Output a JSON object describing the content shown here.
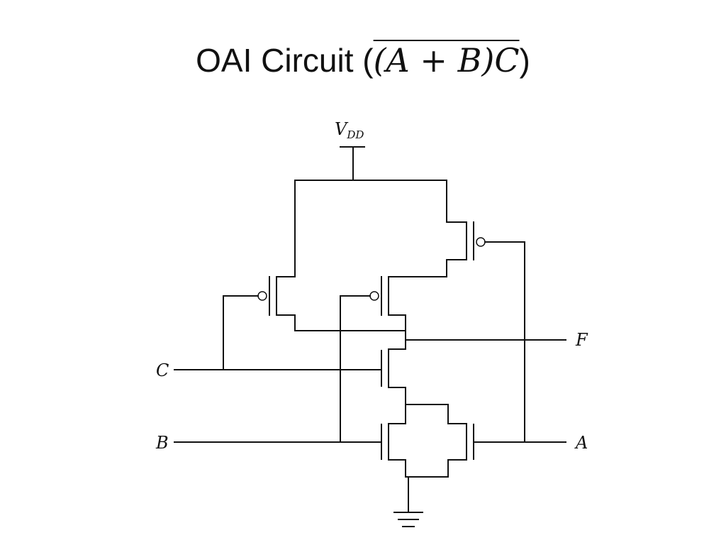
{
  "slide": {
    "title_text": "OAI Circuit (",
    "title_expr": "(A + B)C",
    "title_close": ")"
  },
  "circuit": {
    "vdd_label": "V",
    "vdd_sub": "DD",
    "inputs": {
      "a_label": "A",
      "b_label": "B",
      "c_label": "C"
    },
    "output_label": "F"
  }
}
